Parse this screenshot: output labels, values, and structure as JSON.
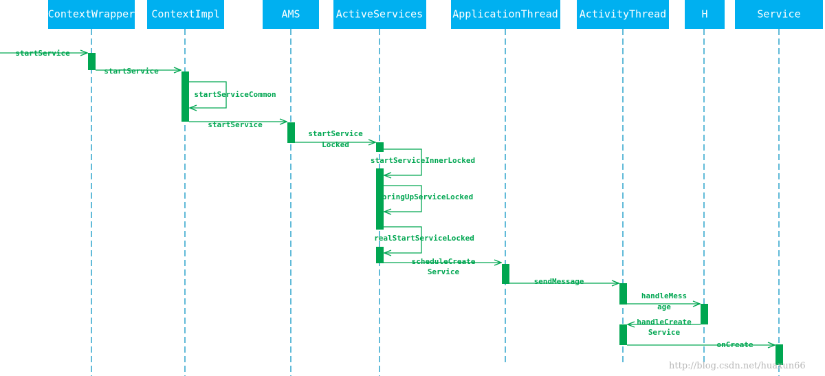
{
  "participants": [
    {
      "id": "contextwrapper",
      "label": "ContextWrapper"
    },
    {
      "id": "contextimpl",
      "label": "ContextImpl"
    },
    {
      "id": "ams",
      "label": "AMS"
    },
    {
      "id": "activeservices",
      "label": "ActiveServices"
    },
    {
      "id": "applicationthread",
      "label": "ApplicationThread"
    },
    {
      "id": "activitythread",
      "label": "ActivityThread"
    },
    {
      "id": "h",
      "label": "H"
    },
    {
      "id": "service",
      "label": "Service"
    }
  ],
  "messages": [
    {
      "id": "startservice-entry",
      "label": [
        "startService"
      ]
    },
    {
      "id": "startservice-to-contextimpl",
      "label": [
        "startService"
      ]
    },
    {
      "id": "startservicecommon",
      "label": [
        "startServiceCommon"
      ]
    },
    {
      "id": "startservice-to-ams",
      "label": [
        "startService"
      ]
    },
    {
      "id": "startservicelocked",
      "label": [
        "startService",
        "Locked"
      ]
    },
    {
      "id": "startserviceinnerlocked",
      "label": [
        "startServiceInnerLocked"
      ]
    },
    {
      "id": "bringupservicelocked",
      "label": [
        "bringUpServiceLocked"
      ]
    },
    {
      "id": "realstartservicelocked",
      "label": [
        "realStartServiceLocked"
      ]
    },
    {
      "id": "schedulecreateservice",
      "label": [
        "scheduleCreate",
        "Service"
      ]
    },
    {
      "id": "sendmessage",
      "label": [
        "sendMessage"
      ]
    },
    {
      "id": "handlemessage",
      "label": [
        "handleMess",
        "age"
      ]
    },
    {
      "id": "handlecreateservice",
      "label": [
        "handleCreate",
        "Service"
      ]
    },
    {
      "id": "oncreate",
      "label": [
        "onCreate"
      ]
    }
  ],
  "watermark": "http://blog.csdn.net/huaxun66",
  "colors": {
    "participant_fill": "#00b0f0",
    "lifeline": "#39a9cf",
    "message": "#00a651",
    "activation": "#00a651"
  }
}
